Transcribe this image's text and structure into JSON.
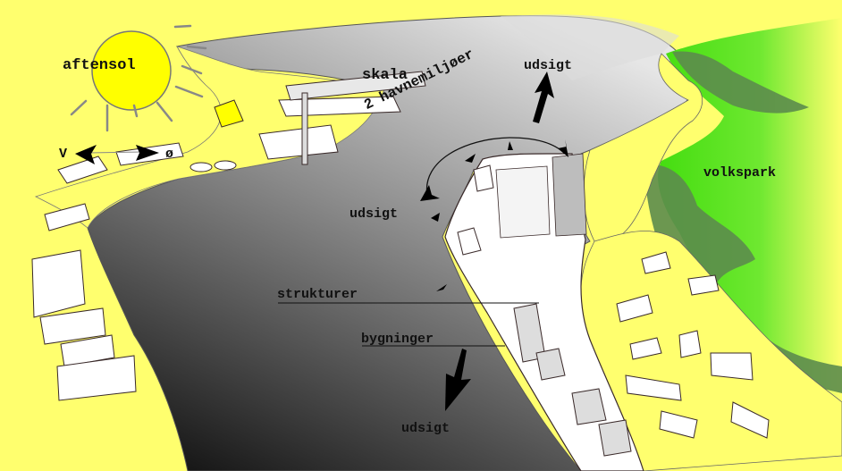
{
  "map": {
    "type": "harbor-sketch",
    "colors": {
      "land": "#ffff6e",
      "sun": "#ffff00",
      "water_light": "#d8d8d8",
      "water_dark": "#1c1c1c",
      "park_bright": "#4ee01a",
      "park_hatch": "#5a8a4a",
      "buildings": "#ffffff",
      "ink": "#111111"
    },
    "labels": {
      "aftensol": "aftensol",
      "skala": "skala",
      "udsigt_top": "udsigt",
      "havnemiljoer": "2 havnemiljøer",
      "udsigt_left": "udsigt",
      "volkspark": "volkspark",
      "strukturer": "strukturer",
      "bygninger": "bygninger",
      "udsigt_bottom": "udsigt"
    },
    "compass": {
      "west": "V",
      "east": "ø"
    }
  }
}
